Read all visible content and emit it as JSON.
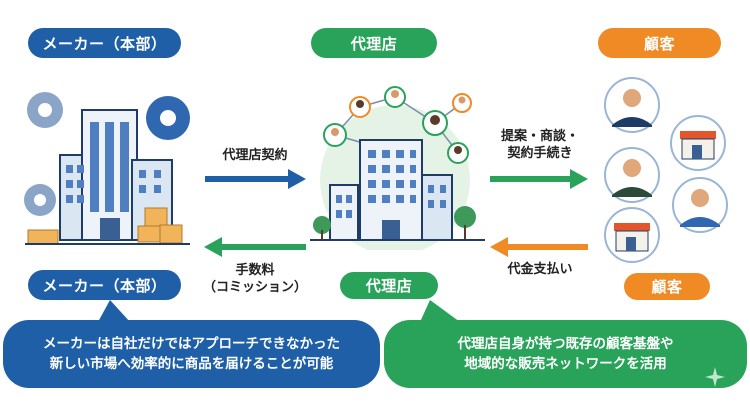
{
  "header": {
    "maker": "メーカー（本部）",
    "agent": "代理店",
    "customer": "顧客"
  },
  "flows": {
    "contract": "代理店契約",
    "proposal_line1": "提案・商談・",
    "proposal_line2": "契約手続き",
    "fee_line1": "手数料",
    "fee_line2": "（コミッション）",
    "payment": "代金支払い"
  },
  "bottom_labels": {
    "maker": "メーカー（本部）",
    "agent": "代理店",
    "customer": "顧客"
  },
  "bubbles": {
    "maker_line1": "メーカーは自社だけではアプローチできなかった",
    "maker_line2": "新しい市場へ効率的に商品を届けることが可能",
    "agent_line1": "代理店自身が持つ既存の顧客基盤や",
    "agent_line2": "地域的な販売ネットワークを活用"
  },
  "colors": {
    "maker_blue": "#1f5fa8",
    "agent_green": "#2aa35a",
    "customer_orange": "#f08a24"
  }
}
